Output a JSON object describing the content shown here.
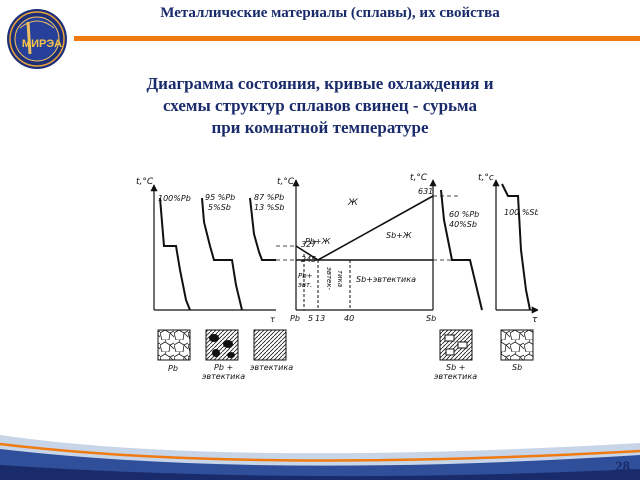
{
  "header": {
    "title": "Металлические материалы (сплавы), их свойства",
    "logo_text": "МИРЭА",
    "accent_color": "#f07a12",
    "text_color": "#1a2b6b"
  },
  "slide": {
    "title_lines": [
      "Диаграмма состояния, кривые охлаждения и",
      "схемы структур сплавов свинец - сурьма",
      "при комнатной температуре"
    ],
    "page_number": "28"
  },
  "diagram": {
    "axis_labels": {
      "t_c": "t,°C",
      "tau": "τ",
      "t_c_right": "t,°C",
      "t_c_far": "t,°c"
    },
    "curve_labels": {
      "c1": "100%Pb",
      "c2a": "95 %Pb",
      "c2b": "5%Sb",
      "c3a": "87 %Pb",
      "c3b": "13 %Sb",
      "c5a": "60 %Pb",
      "c5b": "40%Sb",
      "c6": "100 %Sb"
    },
    "temperatures": {
      "pb_melt": "327",
      "eutectic": "245",
      "sb_melt": "631"
    },
    "phase_labels": {
      "liquid": "Ж",
      "pb_liquid": "Pb+Ж",
      "sb_liquid": "Sb+Ж",
      "pb_eut_a": "Pb+",
      "pb_eut_b": "эвт.",
      "eut_a": "эвтек-",
      "eut_b": "тика",
      "sb_eut": "Sb+эвтектика"
    },
    "composition_ticks": [
      "Pb",
      "5",
      "13",
      "40",
      "Sb"
    ],
    "structure_captions": {
      "s1": "Pb",
      "s2a": "Pb +",
      "s2b": "эвтектика",
      "s3": "эвтектика",
      "s4a": "Sb +",
      "s4b": "эвтектика",
      "s5": "Sb"
    }
  }
}
